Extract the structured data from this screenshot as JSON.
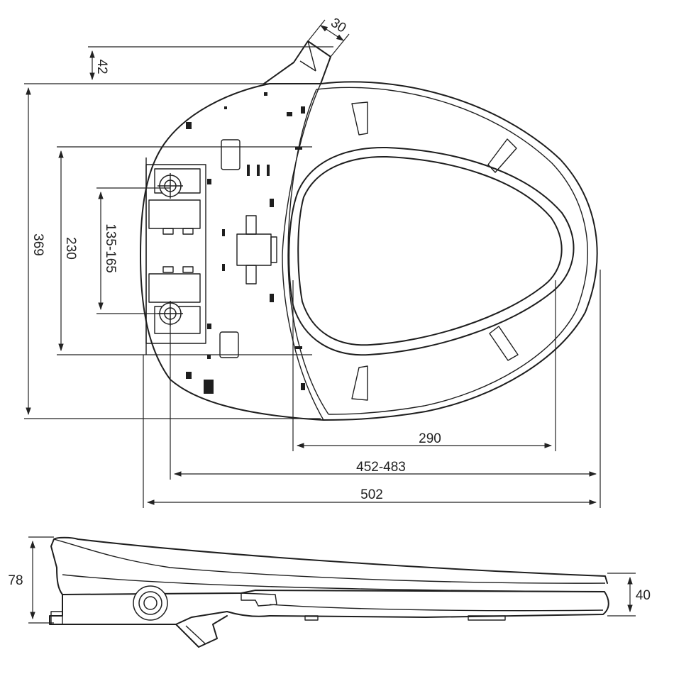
{
  "dimensions": {
    "hinge_width": "30",
    "hinge_height": "42",
    "overall_width": "369",
    "mount_span": "230",
    "bolt_spacing": "135-165",
    "opening_length": "290",
    "bolt_to_front": "452-483",
    "overall_length": "502",
    "side_height": "78",
    "front_height": "40"
  }
}
